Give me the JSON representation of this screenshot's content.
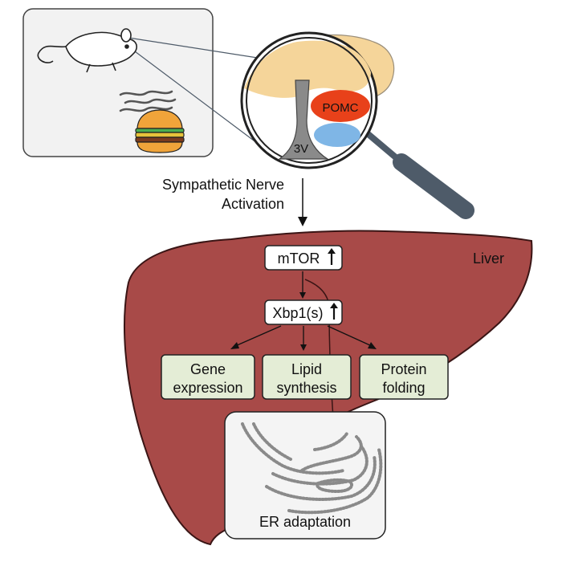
{
  "labels": {
    "pomc": "POMC",
    "third_ventricle": "3V",
    "nerve_line1": "Sympathetic Nerve",
    "nerve_line2": "Activation",
    "liver": "Liver",
    "mtor": "mTOR",
    "xbp1": "Xbp1(s)",
    "gene_l1": "Gene",
    "gene_l2": "expression",
    "lipid_l1": "Lipid",
    "lipid_l2": "synthesis",
    "protein_l1": "Protein",
    "protein_l2": "folding",
    "er": "ER adaptation"
  },
  "icons": [
    "mouse-icon",
    "hamburger-icon",
    "steam-icon",
    "brain-icon",
    "magnifier-icon",
    "up-arrow-icon",
    "er-organelle-icon"
  ],
  "colors": {
    "liver": "#a84a48",
    "liver_edge": "#3a1515",
    "box_green": "#e4edd6",
    "pomc_red": "#e8411a",
    "pomc_blue": "#7fb6e6",
    "brain": "#f5d59a",
    "magnifier_handle": "#4e5b69"
  }
}
